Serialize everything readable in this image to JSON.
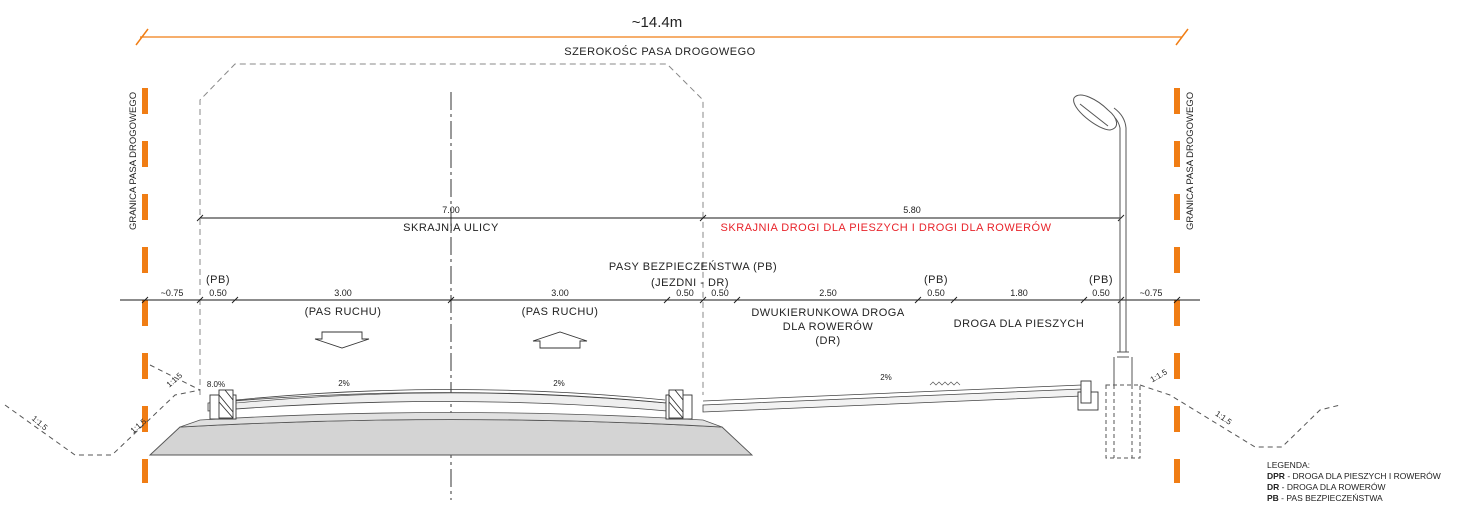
{
  "colors": {
    "boundary": "#f07d14",
    "red_label": "#e8232a",
    "line": "#1a1a1a",
    "dash": "#777777",
    "fill": "#d4d4d4"
  },
  "top_dimension": {
    "value": "~14.4m",
    "label": "SZEROKOŚC PASA DROGOWEGO"
  },
  "boundary_labels": {
    "left": "GRANICA PASA DROGOWEGO",
    "right": "GRANICA PASA DROGOWEGO"
  },
  "clearance": {
    "street_value": "7.00",
    "street_label": "SKRAJNIA ULICY",
    "path_value": "5.80",
    "path_label": "SKRAJNIA DROGI DLA PIESZYCH I DROGI DLA ROWERÓW"
  },
  "safety_strips_label": {
    "line1": "PASY BEZPIECZEŃSTWA (PB)",
    "line2": "(JEZDNI - DR)"
  },
  "segments": {
    "left_verge": "~0.75",
    "pb_left_tag": "(PB)",
    "pb_left": "0.50",
    "lane1_value": "3.00",
    "lane1_label": "(PAS RUCHU)",
    "lane2_value": "3.00",
    "lane2_label": "(PAS RUCHU)",
    "pb_road": "0.50",
    "pb_dr": "0.50",
    "bike_value": "2.50",
    "bike_label_1": "DWUKIERUNKOWA DROGA",
    "bike_label_2": "DLA ROWERÓW",
    "bike_label_3": "(DR)",
    "pb_mid_tag": "(PB)",
    "pb_mid": "0.50",
    "walk_value": "1.80",
    "walk_label": "DROGA DLA PIESZYCH",
    "pb_right_tag": "(PB)",
    "pb_right": "0.50",
    "right_verge": "~0.75"
  },
  "slopes": {
    "shoulder": "8.0%",
    "lane1": "2%",
    "lane2": "2%",
    "path": "2%",
    "embankment_left_top": "1:1.5",
    "embankment_left_mid": "1:1.5",
    "ditch_left": "1:1.5",
    "embankment_right_top": "1:1.5",
    "ditch_right": "1:1.5"
  },
  "legend": {
    "title": "LEGENDA:",
    "entries": [
      {
        "abbr": "DPR",
        "text": " - DROGA DLA PIESZYCH I ROWERÓW"
      },
      {
        "abbr": "DR",
        "text": " - DROGA DLA ROWERÓW"
      },
      {
        "abbr": "PB",
        "text": " - PAS BEZPIECZEŃSTWA"
      }
    ]
  }
}
